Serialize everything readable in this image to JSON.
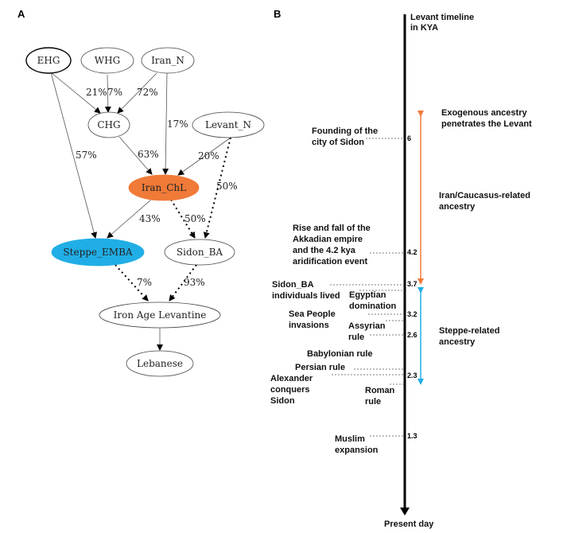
{
  "panels": {
    "a": "A",
    "b": "B"
  },
  "graph": {
    "nodes": {
      "ehg": "EHG",
      "whg": "WHG",
      "iran_n": "Iran_N",
      "chg": "CHG",
      "levant_n": "Levant_N",
      "iran_chl": "Iran_ChL",
      "steppe_emba": "Steppe_EMBA",
      "sidon_ba": "Sidon_BA",
      "iron_age": "Iron Age Levantine",
      "lebanese": "Lebanese"
    },
    "edges": {
      "ehg_chg": "21%",
      "whg_chg": "7%",
      "iran_n_chg": "72%",
      "iran_n_iran_chl": "17%",
      "ehg_steppe": "57%",
      "chg_iran_chl": "63%",
      "levant_n_iran_chl": "20%",
      "levant_n_sidon": "50%",
      "iran_chl_steppe": "43%",
      "iran_chl_sidon": "50%",
      "steppe_iron": "7%",
      "sidon_iron": "93%"
    },
    "colors": {
      "iran_chl": "#f07a38",
      "steppe_emba": "#21aee6"
    }
  },
  "timeline": {
    "title_line1": "Levant  timeline",
    "title_line2": "in KYA",
    "bottom_label": "Present day",
    "ticks": {
      "t6": "6",
      "t42": "4.2",
      "t37": "3.7",
      "t32": "3.2",
      "t26": "2.6",
      "t23": "2.3",
      "t13": "1.3"
    },
    "events": {
      "sidon_found_1": "Founding of the",
      "sidon_found_2": "city of Sidon",
      "akkad_1": "Rise and fall of the",
      "akkad_2": "Akkadian empire",
      "akkad_3": "and the 4.2 kya",
      "akkad_4": "aridification event",
      "sidon_ba_1": "Sidon_BA",
      "sidon_ba_2": "individuals lived",
      "egypt_1": "Egyptian",
      "egypt_2": "domination",
      "sea_1": "Sea People",
      "sea_2": "invasions",
      "assyria_1": "Assyrian",
      "assyria_2": "rule",
      "babylon": "Babylonian rule",
      "persia": "Persian rule",
      "alex_1": "Alexander",
      "alex_2": "conquers",
      "alex_3": "Sidon",
      "rome_1": "Roman",
      "rome_2": "rule",
      "muslim_1": "Muslim",
      "muslim_2": "expansion"
    },
    "ancestry": {
      "exo_1": "Exogenous ancestry",
      "exo_2": "penetrates the Levant",
      "iran_1": "Iran/Caucasus-related",
      "iran_2": "ancestry",
      "steppe_1": "Steppe-related",
      "steppe_2": "ancestry"
    },
    "colors": {
      "orange": "#f07a38",
      "blue": "#21aee6"
    }
  }
}
